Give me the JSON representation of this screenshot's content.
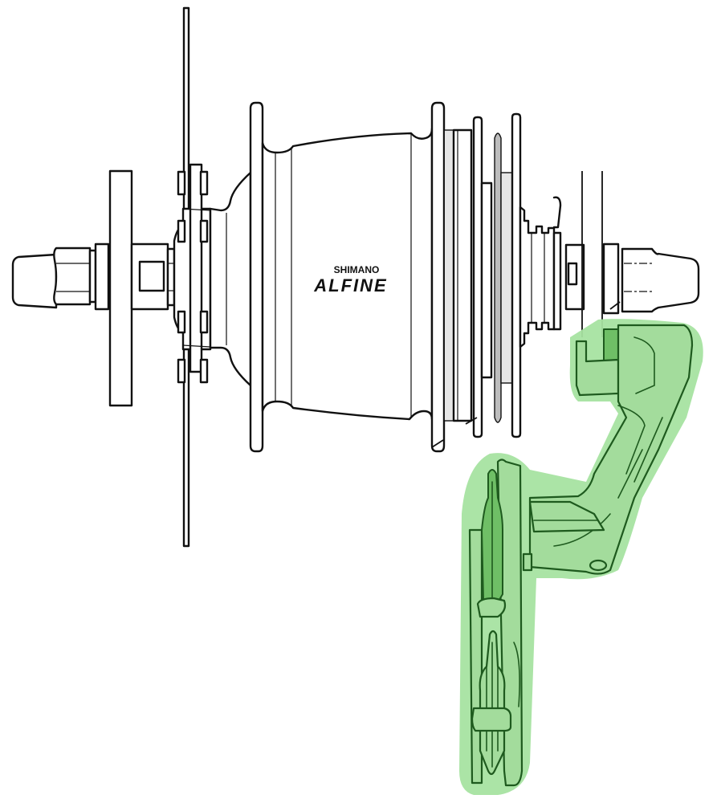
{
  "diagram": {
    "subject": "Internal gear hub with chain tensioner (highlighted)",
    "hub_brand": "SHIMANO",
    "hub_model": "ALFINE",
    "highlight": {
      "part": "chain-tensioner",
      "color": "#a6e3a1",
      "outline_color": "#1e5a1e"
    },
    "line_color": "#111111",
    "background": "#ffffff"
  }
}
